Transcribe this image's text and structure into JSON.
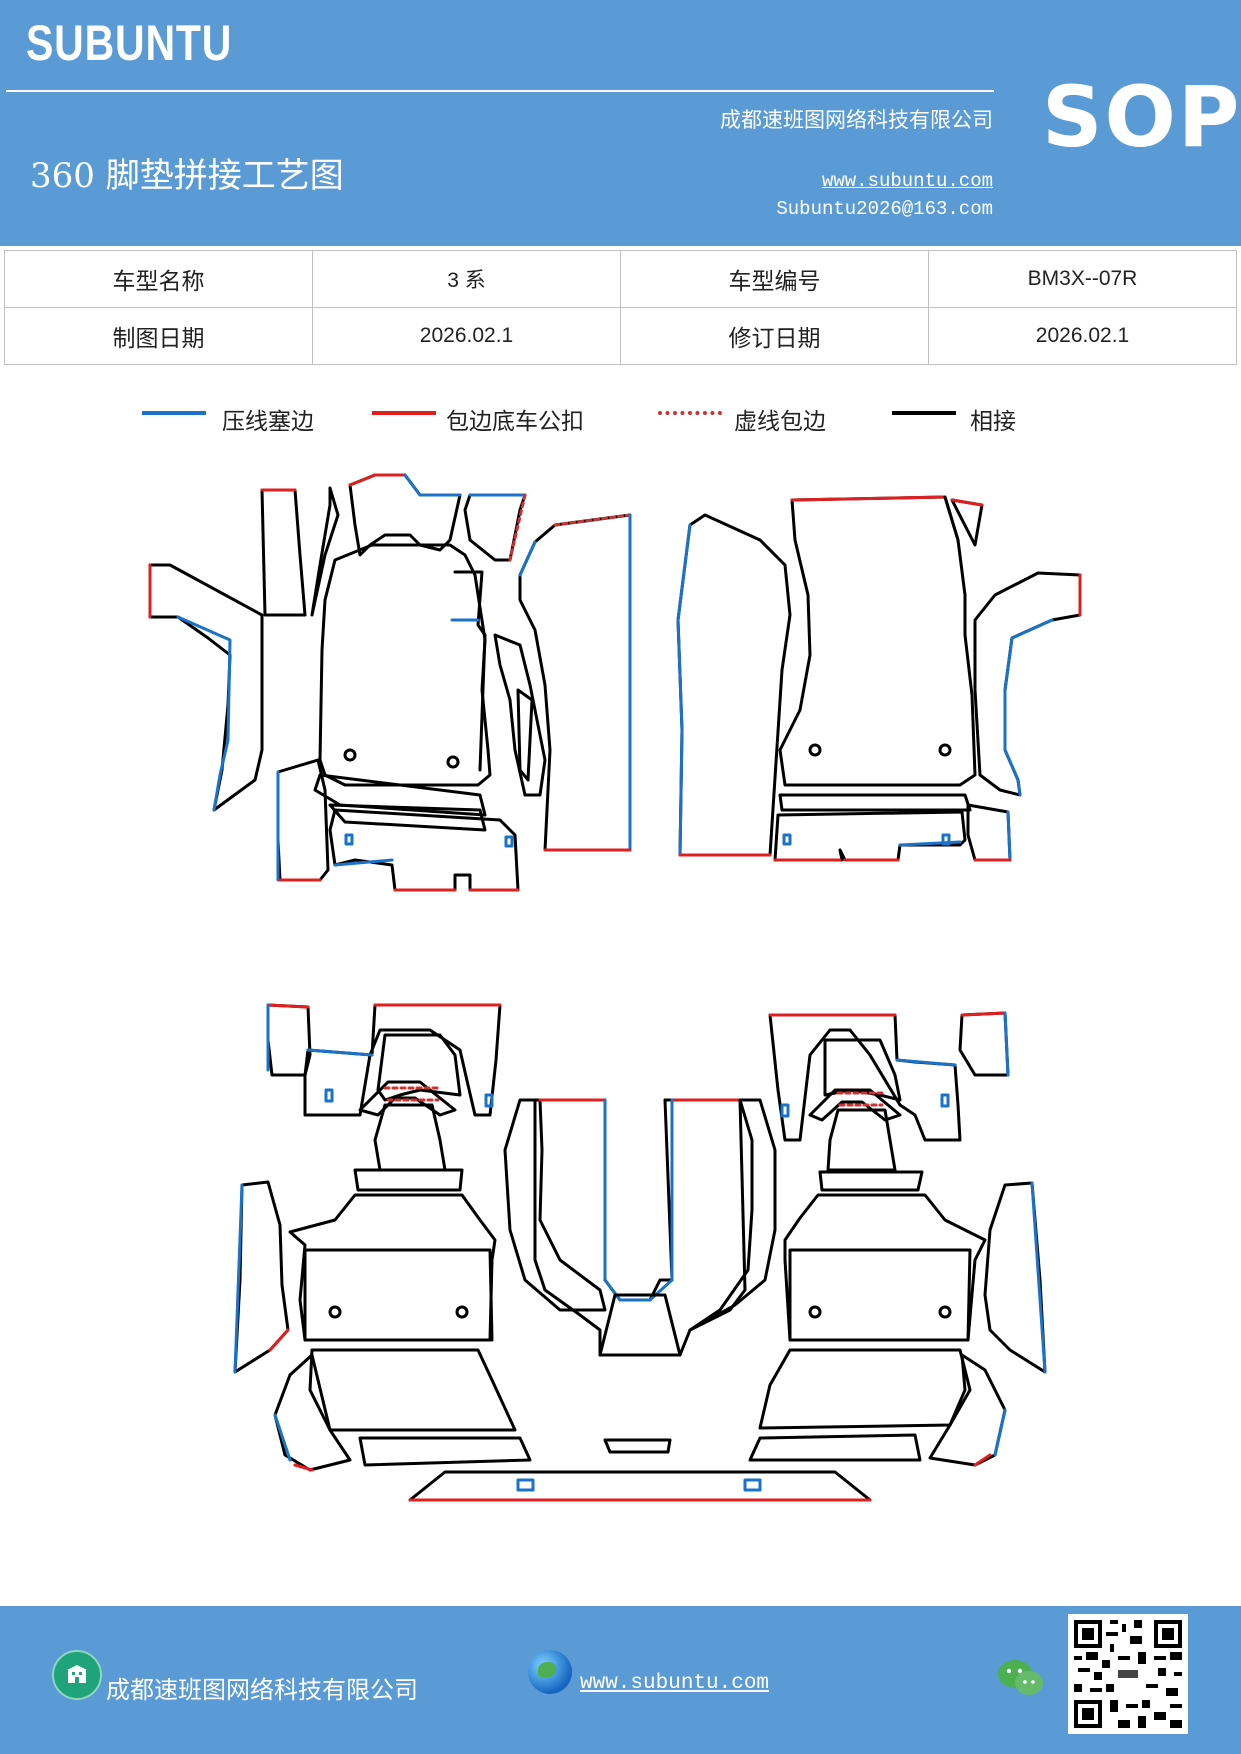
{
  "header": {
    "brand": "SUBUNTU",
    "company": "成都速班图网络科技有限公司",
    "title": "360 脚垫拼接工艺图",
    "website": "www.subuntu.com",
    "email": "Subuntu2026@163.com",
    "badge": "SOP"
  },
  "info": {
    "model_name_label": "车型名称",
    "model_name_value": "3 系",
    "model_code_label": "车型编号",
    "model_code_value": "BM3X--07R",
    "draw_date_label": "制图日期",
    "draw_date_value": "2026.02.1",
    "revise_date_label": "修订日期",
    "revise_date_value": "2026.02.1"
  },
  "legend": [
    {
      "label": "压线塞边",
      "color": "#1a73c8",
      "style": "solid"
    },
    {
      "label": "包边底车公扣",
      "color": "#e02020",
      "style": "solid"
    },
    {
      "label": "虚线包边",
      "color": "#d03030",
      "style": "dotted"
    },
    {
      "label": "相接",
      "color": "#000000",
      "style": "solid"
    }
  ],
  "footer": {
    "company": "成都速班图网络科技有限公司",
    "website": "www.subuntu.com ",
    "icons": [
      "building-icon",
      "globe-icon",
      "wechat-icon",
      "qr-code"
    ]
  },
  "colors": {
    "header_bg": "#5b9bd5",
    "blue_line": "#1a73c8",
    "red_line": "#e02020",
    "black_line": "#000000"
  }
}
